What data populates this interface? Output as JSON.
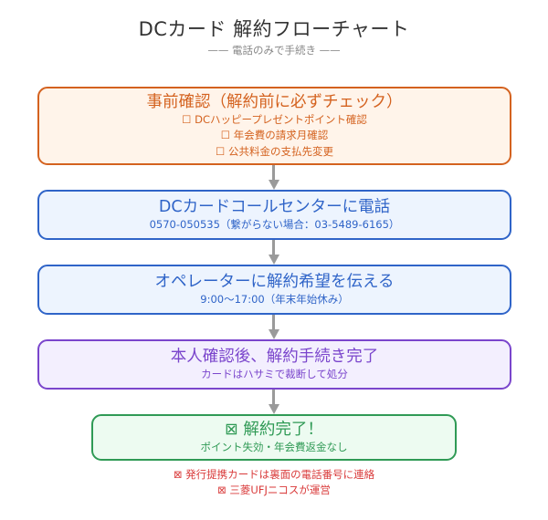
{
  "header": {
    "title": "DCカード 解約フローチャート",
    "subtitle": "—— 電話のみで手続き ——"
  },
  "steps": [
    {
      "title": "事前確認（解約前に必ずチェック）",
      "lines": [
        "☐ DCハッピープレゼントポイント確認",
        "☐ 年会費の請求月確認",
        "☐ 公共料金の支払先変更"
      ],
      "border_color": "#d4621f",
      "fill_color": "#fff4ea"
    },
    {
      "title": "DCカードコールセンターに電話",
      "lines": [
        "0570-050535（繋がらない場合：03-5489-6165）"
      ],
      "border_color": "#2f64c8",
      "fill_color": "#edf4fe"
    },
    {
      "title": "オペレーターに解約希望を伝える",
      "lines": [
        "9:00〜17:00（年末年始休み）"
      ],
      "border_color": "#2f64c8",
      "fill_color": "#edf4fe"
    },
    {
      "title": "本人確認後、解約手続き完了",
      "lines": [
        "カードはハサミで裁断して処分"
      ],
      "border_color": "#7a45cc",
      "fill_color": "#f3effe"
    },
    {
      "title": "⊠ 解約完了！",
      "lines": [
        "ポイント失効・年会費返金なし"
      ],
      "border_color": "#2f9a55",
      "fill_color": "#edfbf1"
    }
  ],
  "notes": [
    "⊠ 発行提携カードは裏面の電話番号に連絡",
    "⊠ 三菱UFJニコスが運営"
  ],
  "arrow_color": "#9a9a9a"
}
